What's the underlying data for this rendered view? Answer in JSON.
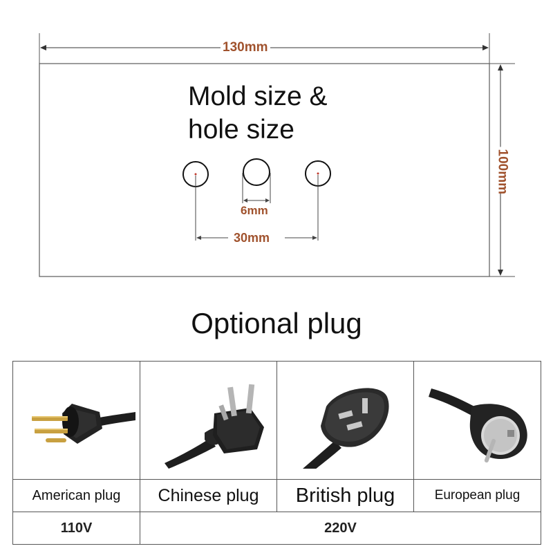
{
  "mold": {
    "title_line1": "Mold size &",
    "title_line2": "hole size",
    "width_label": "130mm",
    "height_label": "100mm",
    "hole_diameter_label": "6mm",
    "hole_spacing_label": "30mm",
    "hole_count": 3
  },
  "plugs": {
    "heading": "Optional plug",
    "items": [
      {
        "name": "American plug",
        "icon": "american-plug-icon"
      },
      {
        "name": "Chinese plug",
        "icon": "chinese-plug-icon"
      },
      {
        "name": "British plug",
        "icon": "british-plug-icon"
      },
      {
        "name": "European plug",
        "icon": "european-plug-icon"
      }
    ],
    "voltage_110": "110V",
    "voltage_220": "220V"
  },
  "colors": {
    "dimension_text": "#a0522d",
    "plug_body": "#1e1e1e",
    "pin_brass": "#c8a040",
    "pin_steel": "#b5b5b5"
  }
}
